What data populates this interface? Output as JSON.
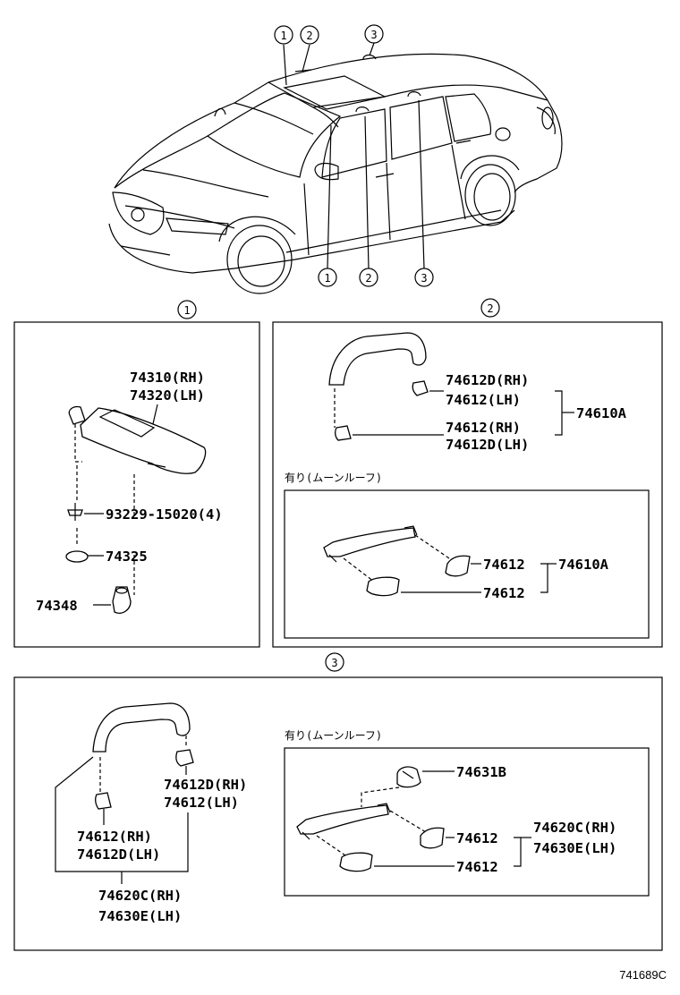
{
  "callout_numbers": [
    "1",
    "2",
    "3"
  ],
  "section1": {
    "number": "1",
    "parts": {
      "visor_rh": "74310(RH)",
      "visor_lh": "74320(LH)",
      "screw": "93229-15020(4)",
      "plate": "74325",
      "holder": "74348"
    }
  },
  "section2": {
    "number": "2",
    "labels": {
      "cap_a_rh": "74612D(RH)",
      "cap_a_lh": "74612(LH)",
      "cap_b_rh": "74612(RH)",
      "cap_b_lh": "74612D(LH)",
      "assy": "74610A"
    },
    "moonroof": {
      "caption": "有り(ムーンルーフ)",
      "cap_1": "74612",
      "cap_2": "74612",
      "assy": "74610A"
    }
  },
  "section3": {
    "number": "3",
    "labels": {
      "cap_r_rh": "74612D(RH)",
      "cap_r_lh": "74612(LH)",
      "cap_l_rh": "74612(RH)",
      "cap_l_lh": "74612D(LH)",
      "assy_rh": "74620C(RH)",
      "assy_lh": "74630E(LH)"
    },
    "moonroof": {
      "caption": "有り(ムーンルーフ)",
      "clip": "74631B",
      "cap_1": "74612",
      "cap_2": "74612",
      "assy_rh": "74620C(RH)",
      "assy_lh": "74630E(LH)"
    }
  },
  "figure_code": "741689C"
}
